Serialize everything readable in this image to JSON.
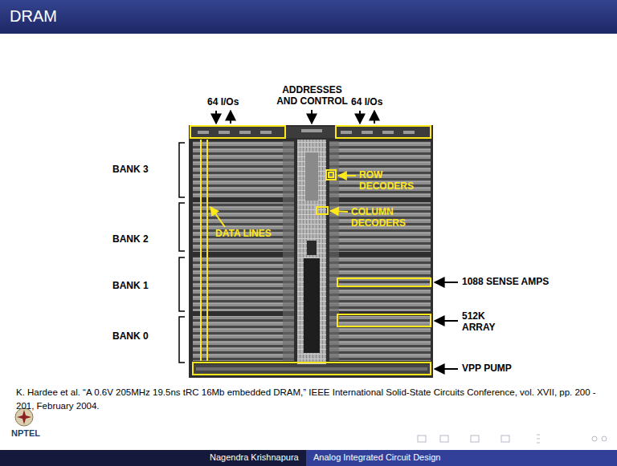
{
  "diagram": {
    "title": "DRAM",
    "caption": "K. Hardee et al. “A 0.6V 205MHz 19.5ns tRC 16Mb embedded DRAM,” IEEE International Solid-State Circuits Conference, vol. XVII, pp. 200 - 201, February 2004.",
    "labels": [
      "64 I/Os",
      "ADDRESSES AND CONTROL",
      "64 I/Os",
      "BANK 3",
      "ROW DECODERS",
      "BANK 2",
      "DATA LINES",
      "COLUMN DECODERS",
      "BANK 1",
      "1088 SENSE AMPS",
      "512K ARRAY",
      "BANK 0",
      "VPP PUMP",
      "NPTEL",
      "Nagendra Krishnapura",
      "Analog Integrated Circuit Design"
    ]
  }
}
